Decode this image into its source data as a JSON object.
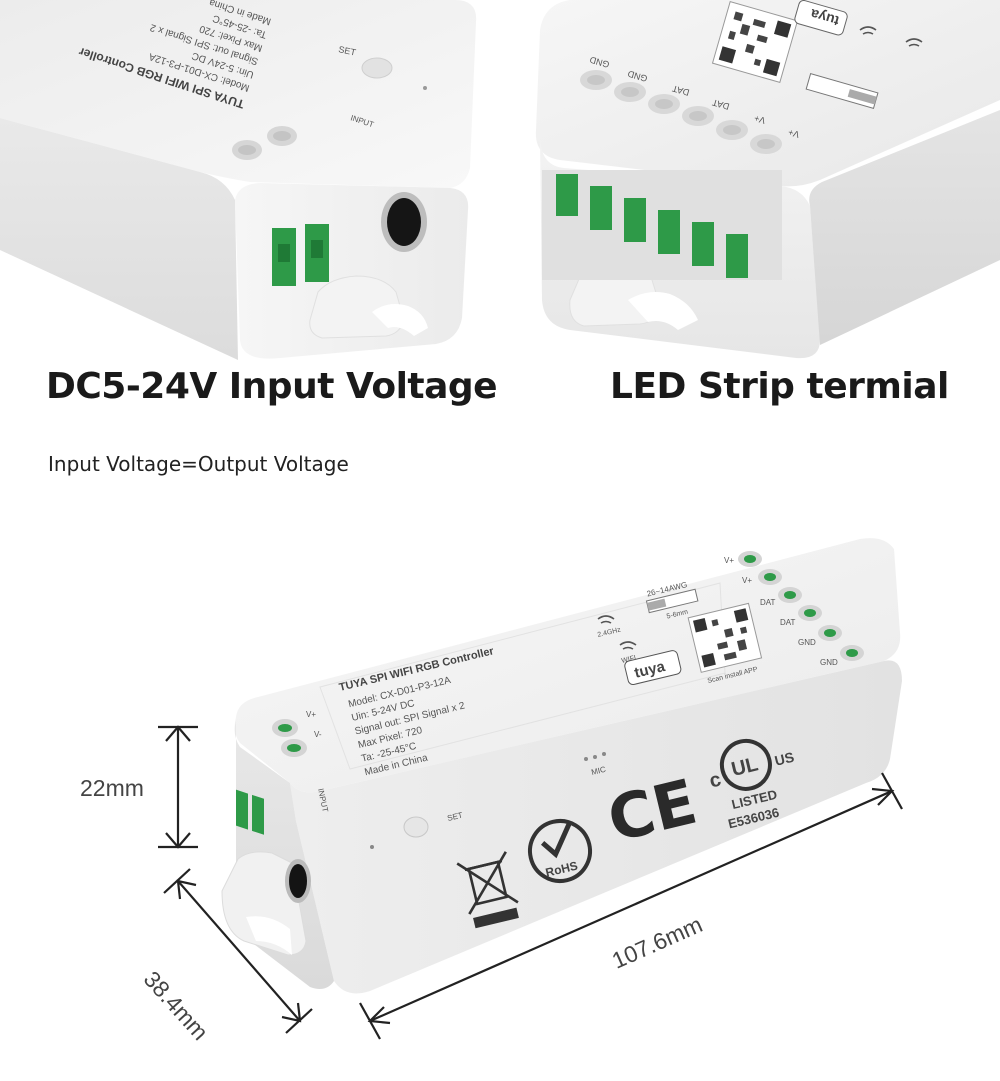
{
  "headings": {
    "input": "DC5-24V Input Voltage",
    "strip": "LED Strip termial"
  },
  "note": "Input Voltage=Output Voltage",
  "dimensions": {
    "height": "22mm",
    "width": "38.4mm",
    "length": "107.6mm"
  },
  "device": {
    "title": "TUYA SPI WIFI RGB Controller",
    "spec_lines": [
      "Model: CX-D01-P3-12A",
      "Uin: 5-24V DC",
      "Signal out: SPI Signal x 2",
      "Max Pixel: 720",
      "Ta: -25-45°C",
      "Made in China"
    ],
    "terminals_output": [
      "V+",
      "V+",
      "DAT",
      "DAT",
      "GND",
      "GND"
    ],
    "terminals_input": [
      "V+",
      "V-"
    ],
    "input_label": "INPUT",
    "set_label": "SET",
    "mic_label": "MIC",
    "wifi_label": "WIFI",
    "band_label": "2.4GHz",
    "brand": "tuya",
    "wire_gauge": "26~14AWG",
    "strip_length": "5-6mm",
    "scan_text": "Scan install APP",
    "cert_listed": "LISTED",
    "cert_number": "E536036",
    "cert_rohs": "RoHS",
    "cert_ce": "CE",
    "cert_c": "c",
    "cert_ul": "UL",
    "cert_us": "US"
  },
  "colors": {
    "housing": "#f1f1f1",
    "terminal_green": "#2e9a48",
    "heading_text": "#1a1a1a"
  }
}
